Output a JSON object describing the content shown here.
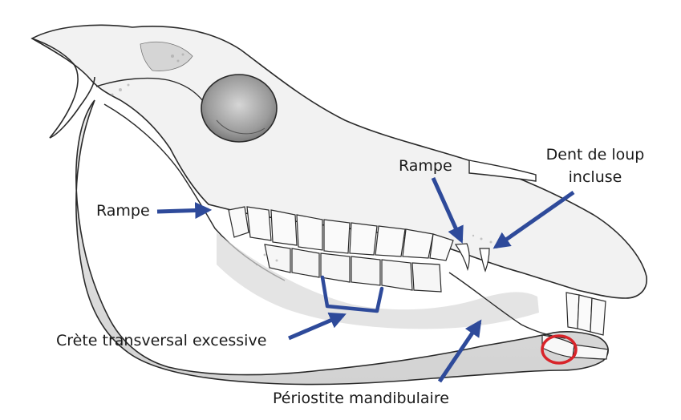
{
  "labels": {
    "rampe_left": "Rampe",
    "rampe_right": "Rampe",
    "dent_line1": "Dent de loup",
    "dent_line2": "incluse",
    "crete": "Crète transversal excessive",
    "periostite": "Périostite mandibulaire"
  },
  "colors": {
    "arrow": "#2e4a9a",
    "circle": "#d8242a",
    "outline": "#2a2a2a",
    "bone": "#f1f1f1",
    "shade": "#bdbdbd"
  }
}
